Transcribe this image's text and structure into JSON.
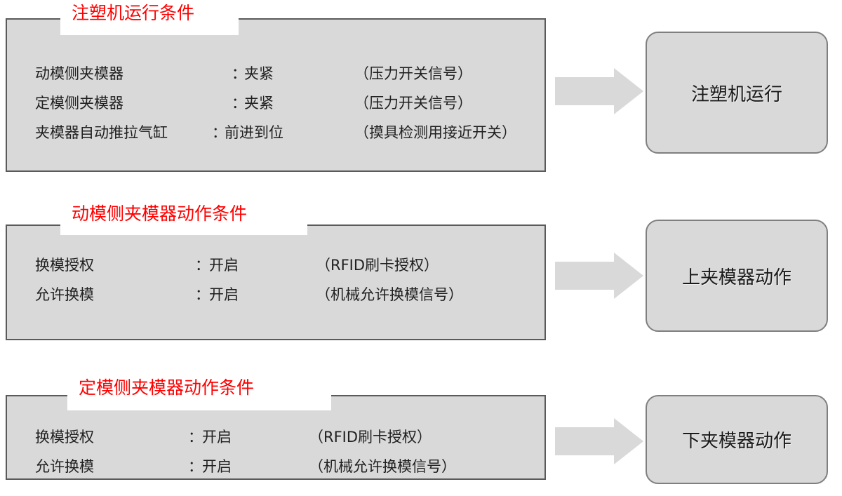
{
  "diagram": {
    "type": "flow-conditions",
    "colors": {
      "panel_fill": "#D9D9D9",
      "panel_border": "#5A5A5A",
      "title_text": "#FF0000",
      "value_text": "#FF0000",
      "body_text": "#202020",
      "arrow_fill": "#D9D9D9",
      "result_border": "#7F7F7F",
      "background": "#FFFFFF"
    },
    "groups": [
      {
        "title": "注塑机运行条件",
        "rows": [
          {
            "label": "动模侧夹模器",
            "colon": "：",
            "value": "夹紧",
            "note": "（压力开关信号）"
          },
          {
            "label": "定模侧夹模器",
            "colon": "：",
            "value": "夹紧",
            "note": "（压力开关信号）"
          },
          {
            "label": "夹模器自动推拉气缸",
            "colon": "：",
            "value": "前进到位",
            "note": "（摸具检测用接近开关）"
          }
        ],
        "arrow": "right-arrow-icon",
        "result": "注塑机运行"
      },
      {
        "title": "动模侧夹模器动作条件",
        "rows": [
          {
            "label": "换模授权",
            "colon": "：",
            "value": "开启",
            "note": "（RFID刷卡授权）"
          },
          {
            "label": "允许换模",
            "colon": "：",
            "value": "开启",
            "note": "（机械允许换模信号）"
          }
        ],
        "arrow": "right-arrow-icon",
        "result": "上夹模器动作"
      },
      {
        "title": "定模侧夹模器动作条件",
        "rows": [
          {
            "label": "换模授权",
            "colon": "：",
            "value": "开启",
            "note": "（RFID刷卡授权）"
          },
          {
            "label": "允许换模",
            "colon": "：",
            "value": "开启",
            "note": "（机械允许换模信号）"
          }
        ],
        "arrow": "right-arrow-icon",
        "result": "下夹模器动作"
      }
    ]
  }
}
